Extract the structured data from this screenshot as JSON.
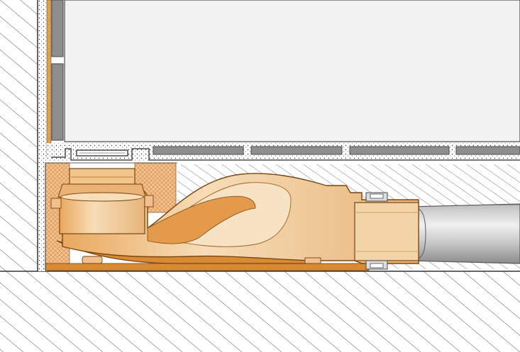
{
  "diagram": {
    "kind": "technical cross-section",
    "labels": [],
    "colors": {
      "background": "#ffffff",
      "hatch_line": "#555555",
      "wall_panel": "#f2f2f2",
      "panel_frame": "#4a4a4a",
      "tile": "#8e8e8e",
      "screed_dots": "#333333",
      "insulation": "#f1c08e",
      "insulation_mesh": "#d48a45",
      "drain_body": "#f2d2a6",
      "drain_shadow": "#d98a35",
      "drain_outline": "#7a4410",
      "base_strip": "#d98a35",
      "pipe_light": "#e6e6e6",
      "pipe_dark": "#8c8c8c"
    },
    "icons": [
      "drain-body",
      "drain-grate",
      "waste-pipe",
      "sealing-collar"
    ]
  }
}
